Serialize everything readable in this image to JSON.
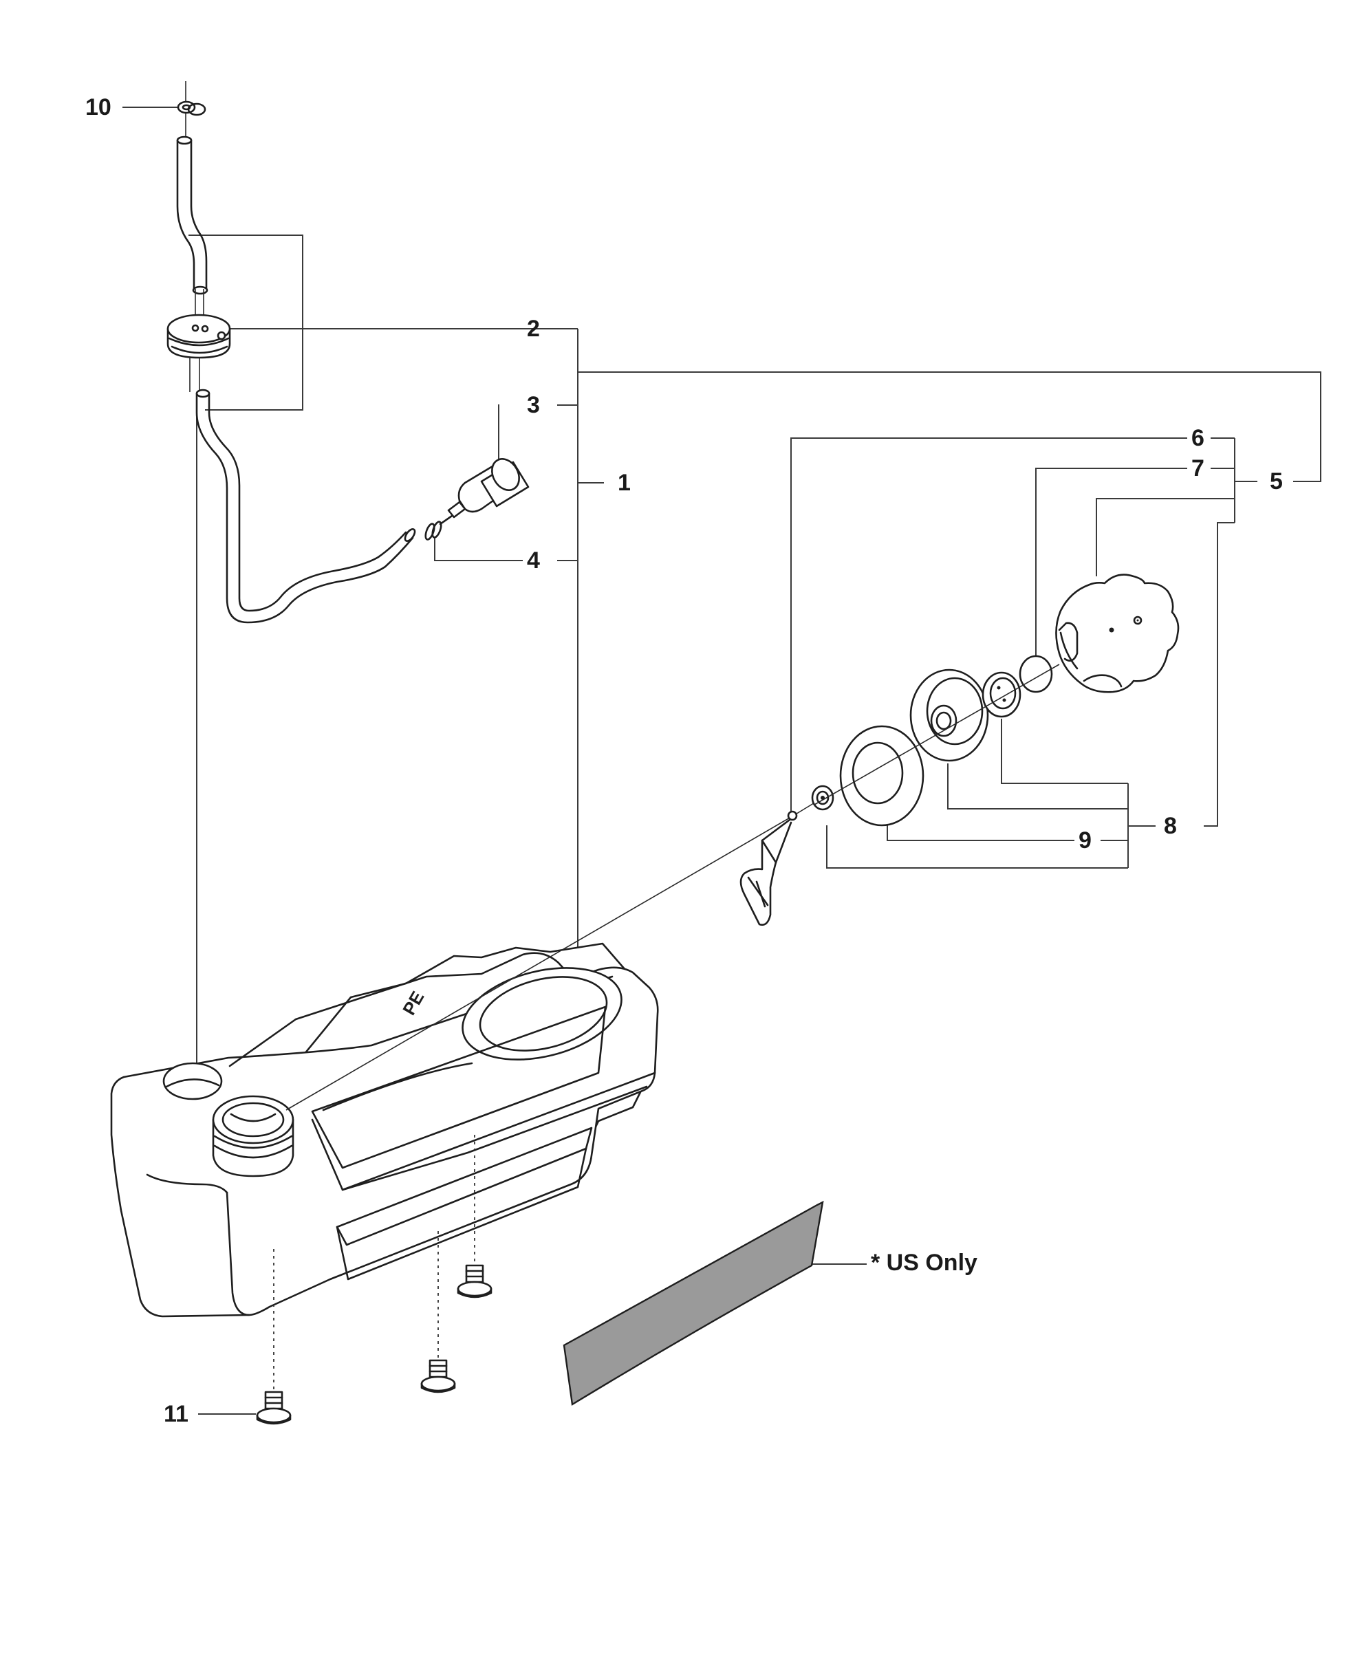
{
  "callouts": [
    {
      "id": "10",
      "text": "10"
    },
    {
      "id": "2",
      "text": "2"
    },
    {
      "id": "3",
      "text": "3"
    },
    {
      "id": "1",
      "text": "1"
    },
    {
      "id": "4",
      "text": "4"
    },
    {
      "id": "6",
      "text": "6"
    },
    {
      "id": "7",
      "text": "7"
    },
    {
      "id": "5",
      "text": "5"
    },
    {
      "id": "8",
      "text": "8"
    },
    {
      "id": "9",
      "text": "9"
    },
    {
      "id": "11",
      "text": "11"
    }
  ],
  "note": "* US Only",
  "tank_mark": "PE",
  "colors": {
    "line": "#3a3a3a",
    "part_stroke": "#1e1e1e",
    "decal_fill": "#9a9a9a",
    "background": "#ffffff"
  }
}
